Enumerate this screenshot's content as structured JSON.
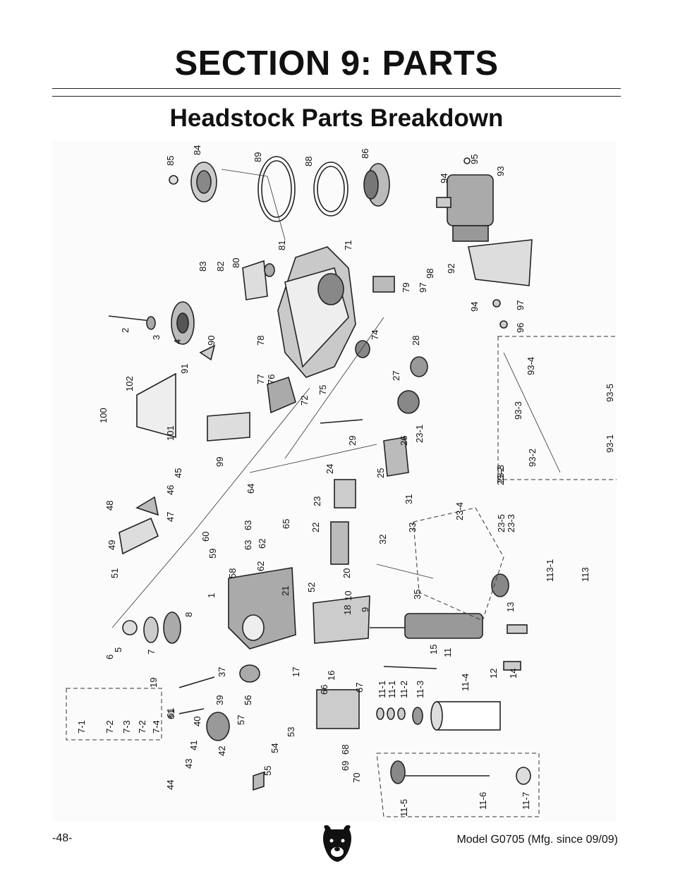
{
  "page": {
    "section_title": "SECTION 9: PARTS",
    "subtitle": "Headstock Parts Breakdown",
    "page_number": "-48-",
    "model_text": "Model G0705 (Mfg. since 09/09)"
  },
  "logo": {
    "icon": "bear-head-icon"
  },
  "diagram": {
    "labels": [
      "85",
      "84",
      "89",
      "88",
      "86",
      "95",
      "94",
      "93",
      "81",
      "71",
      "83",
      "82",
      "80",
      "79",
      "98",
      "92",
      "97",
      "94",
      "97",
      "96",
      "2",
      "3",
      "4",
      "90",
      "78",
      "74",
      "28",
      "91",
      "77",
      "76",
      "75",
      "72",
      "27",
      "102",
      "100",
      "101",
      "99",
      "29",
      "26",
      "23-1",
      "93-4",
      "93-5",
      "93-3",
      "93-2",
      "93-1",
      "45",
      "46",
      "48",
      "47",
      "64",
      "65",
      "63",
      "62",
      "63",
      "62",
      "60",
      "59",
      "58",
      "22",
      "24",
      "25",
      "23",
      "31",
      "33",
      "32",
      "23-2",
      "23-3",
      "23-4",
      "23-5",
      "23-3",
      "49",
      "51",
      "1",
      "21",
      "52",
      "20",
      "35",
      "113-1",
      "113",
      "8",
      "6",
      "5",
      "7",
      "10",
      "18",
      "9",
      "13",
      "15",
      "11",
      "12",
      "14",
      "19",
      "61",
      "37",
      "61",
      "39",
      "56",
      "57",
      "40",
      "17",
      "16",
      "66",
      "67",
      "11-1",
      "11-1",
      "11-2",
      "11-3",
      "11-4",
      "7-1",
      "7-2",
      "7-3",
      "7-2",
      "7-4",
      "41",
      "42",
      "43",
      "44",
      "53",
      "54",
      "55",
      "68",
      "69",
      "70",
      "11-5",
      "11-6",
      "11-7"
    ]
  }
}
